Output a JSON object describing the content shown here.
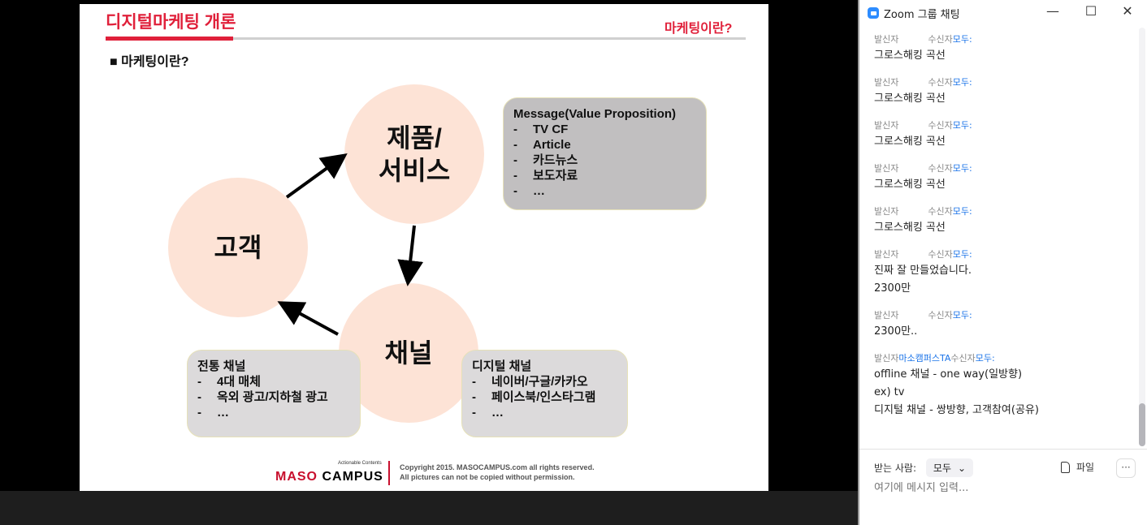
{
  "slide": {
    "title": "디지털마케팅 개론",
    "section": "마케팅이란?",
    "heading": "■ 마케팅이란?",
    "circles": {
      "product": "제품/\n서비스",
      "product_l1": "제품/",
      "product_l2": "서비스",
      "customer": "고객",
      "channel": "채널"
    },
    "message_box": {
      "title": "Message(Value Proposition)",
      "items": [
        "TV CF",
        "Article",
        "카드뉴스",
        "보도자료",
        "…"
      ]
    },
    "traditional_box": {
      "title": "전통 채널",
      "items": [
        "4대 매체",
        "옥외 광고/지하철 광고",
        "…"
      ]
    },
    "digital_box": {
      "title": "디지털 채널",
      "items": [
        "네이버/구글/카카오",
        "페이스북/인스타그램",
        "…"
      ]
    },
    "footer": {
      "logo_maso": "MASO",
      "logo_campus": "CAMPUS",
      "tagline": "Actionable Contents",
      "copyright1": "Copyright 2015. MASOCAMPUS.com all rights reserved.",
      "copyright2": "All pictures can not be copied without permission."
    },
    "bullet_dash": "-"
  },
  "chat": {
    "window_title": "Zoom 그룹 채팅",
    "messages": [
      {
        "from_label": "발신자",
        "sender": "",
        "to_label": "수신자",
        "to": "모두:",
        "lines": [
          "그로스해킹 곡선"
        ]
      },
      {
        "from_label": "발신자",
        "sender": "",
        "to_label": "수신자",
        "to": "모두:",
        "lines": [
          "그로스해킹 곡선"
        ]
      },
      {
        "from_label": "발신자",
        "sender": "",
        "to_label": "수신자",
        "to": "모두:",
        "lines": [
          "그로스해킹 곡선"
        ]
      },
      {
        "from_label": "발신자",
        "sender": "",
        "to_label": "수신자",
        "to": "모두:",
        "lines": [
          "그로스해킹 곡선"
        ]
      },
      {
        "from_label": "발신자",
        "sender": "",
        "to_label": "수신자",
        "to": "모두:",
        "lines": [
          "그로스해킹 곡선"
        ]
      },
      {
        "from_label": "발신자",
        "sender": "",
        "to_label": "수신자",
        "to": "모두:",
        "lines": [
          "진짜 잘 만들었습니다.",
          "2300만"
        ]
      },
      {
        "from_label": "발신자",
        "sender": "",
        "to_label": "수신자",
        "to": "모두:",
        "lines": [
          "2300만.."
        ]
      },
      {
        "from_label": "발신자",
        "sender": "마소캠퍼스TA",
        "to_label": "수신자",
        "to": "모두:",
        "lines": [
          "offline 채널 - one way(일방향)",
          "ex) tv",
          "디지털 채널 - 쌍방향, 고객참여(공유)"
        ]
      }
    ],
    "recipient_label": "받는 사람:",
    "recipient_value": "모두",
    "file_label": "파일",
    "more_label": "···",
    "input_placeholder": "여기에 메시지 입력..."
  },
  "colors": {
    "accent": "#e0203a",
    "circle": "#fde3d6",
    "zoom_blue": "#2d8cff",
    "link_blue": "#1a73e8"
  }
}
